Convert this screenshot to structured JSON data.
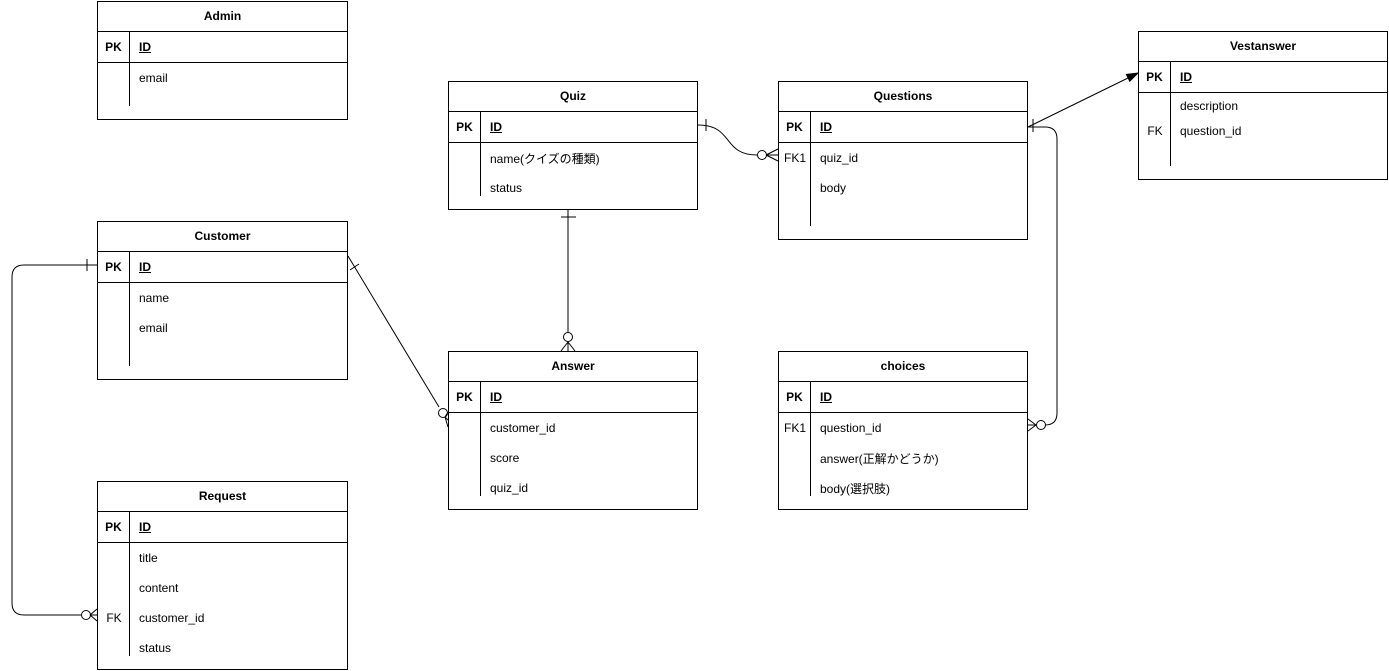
{
  "diagram": {
    "background_color": "#ffffff",
    "line_color": "#000000",
    "text_color": "#000000",
    "tables": [
      {
        "title": "Admin",
        "pk_label": "PK",
        "pk_field": "ID",
        "rows": [
          {
            "key": "",
            "name": "email"
          }
        ]
      },
      {
        "title": "Quiz",
        "pk_label": "PK",
        "pk_field": "ID",
        "rows": [
          {
            "key": "",
            "name": "name(クイズの種類)"
          },
          {
            "key": "",
            "name": "status"
          }
        ]
      },
      {
        "title": "Questions",
        "pk_label": "PK",
        "pk_field": "ID",
        "rows": [
          {
            "key": "FK1",
            "name": "quiz_id"
          },
          {
            "key": "",
            "name": "body"
          }
        ]
      },
      {
        "title": "Vestanswer",
        "pk_label": "PK",
        "pk_field": "ID",
        "rows": [
          {
            "key": "",
            "name": "description"
          },
          {
            "key": "FK",
            "name": "question_id"
          }
        ]
      },
      {
        "title": "Customer",
        "pk_label": "PK",
        "pk_field": "ID",
        "rows": [
          {
            "key": "",
            "name": "name"
          },
          {
            "key": "",
            "name": "email"
          }
        ]
      },
      {
        "title": "Answer",
        "pk_label": "PK",
        "pk_field": "ID",
        "rows": [
          {
            "key": "",
            "name": "customer_id"
          },
          {
            "key": "",
            "name": "score"
          },
          {
            "key": "",
            "name": "quiz_id"
          }
        ]
      },
      {
        "title": "choices",
        "pk_label": "PK",
        "pk_field": "ID",
        "rows": [
          {
            "key": "FK1",
            "name": "question_id"
          },
          {
            "key": "",
            "name": "answer(正解かどうか)"
          },
          {
            "key": "",
            "name": "body(選択肢)"
          }
        ]
      },
      {
        "title": "Request",
        "pk_label": "PK",
        "pk_field": "ID",
        "rows": [
          {
            "key": "",
            "name": "title"
          },
          {
            "key": "",
            "name": "content"
          },
          {
            "key": "FK",
            "name": "customer_id"
          },
          {
            "key": "",
            "name": "status"
          }
        ]
      }
    ],
    "relationships": [
      {
        "from": "Customer.ID",
        "to": "Request.customer_id",
        "from_cardinality": "one",
        "to_cardinality": "zero-or-many"
      },
      {
        "from": "Customer.ID",
        "to": "Answer.customer_id",
        "from_cardinality": "one",
        "to_cardinality": "zero-or-many"
      },
      {
        "from": "Quiz.ID",
        "to": "Questions.quiz_id",
        "from_cardinality": "one",
        "to_cardinality": "zero-or-many"
      },
      {
        "from": "Quiz.ID",
        "to": "Answer.quiz_id",
        "from_cardinality": "one",
        "to_cardinality": "zero-or-many"
      },
      {
        "from": "Questions.ID",
        "to": "Vestanswer.question_id",
        "type": "arrow"
      },
      {
        "from": "Questions.ID",
        "to": "choices.question_id",
        "from_cardinality": "one",
        "to_cardinality": "zero-or-many"
      }
    ]
  }
}
